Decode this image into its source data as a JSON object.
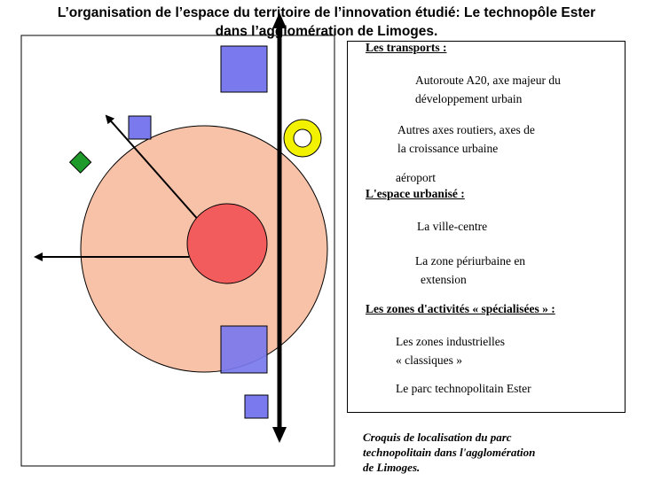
{
  "title": {
    "line1": "L’organisation de l’espace du territoire de l’innovation étudié: Le technopôle Ester",
    "line2": "dans l’agglomération de Limoges."
  },
  "legend": {
    "transports_heading": "Les transports :",
    "autoroute_line1": "Autoroute A20, axe majeur du",
    "autoroute_line2": "développement urbain",
    "autres_line1": "Autres axes routiers, axes de",
    "autres_line2": "la croissance urbaine",
    "aeroport": "aéroport",
    "urbanise_heading": "L'espace urbanisé :",
    "ville_centre": "La ville-centre",
    "periurbaine_line1": "La zone périurbaine en",
    "periurbaine_line2": "extension",
    "zones_heading": "Les zones d'activités « spécialisées » :",
    "industrielles_line1": "Les zones industrielles",
    "industrielles_line2": "« classiques »",
    "parc": "Le parc technopolitain Ester"
  },
  "caption": {
    "line1": "Croquis de localisation du parc",
    "line2": "technopolitain dans l'agglomération",
    "line3": "de Limoges."
  },
  "colors": {
    "ville_centre": "#f25c5c",
    "periurbaine": "#f7c2a8",
    "industrial": "#7a7aee",
    "airport": "#1e9a2a",
    "technopole_ring": "#f2f200"
  }
}
